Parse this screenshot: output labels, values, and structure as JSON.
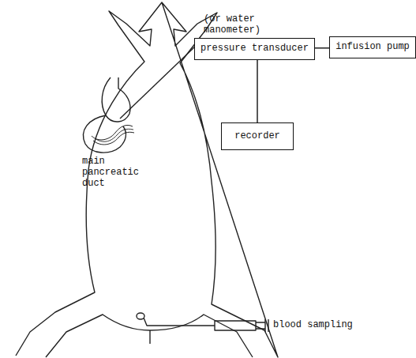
{
  "diagram": {
    "nodes": [
      {
        "text": [
          "(or water manometer)",
          "pressure transducer"
        ]
      },
      {
        "text": [
          "infusion pump"
        ]
      },
      {
        "text": [
          "recorder"
        ]
      }
    ],
    "edges": [
      {
        "from": 0,
        "to": 1,
        "arrow": "none"
      },
      {
        "from": 0,
        "to": 2,
        "arrow": "none"
      }
    ],
    "labels": [
      "main pancreatic duct",
      "blood sampling"
    ]
  }
}
